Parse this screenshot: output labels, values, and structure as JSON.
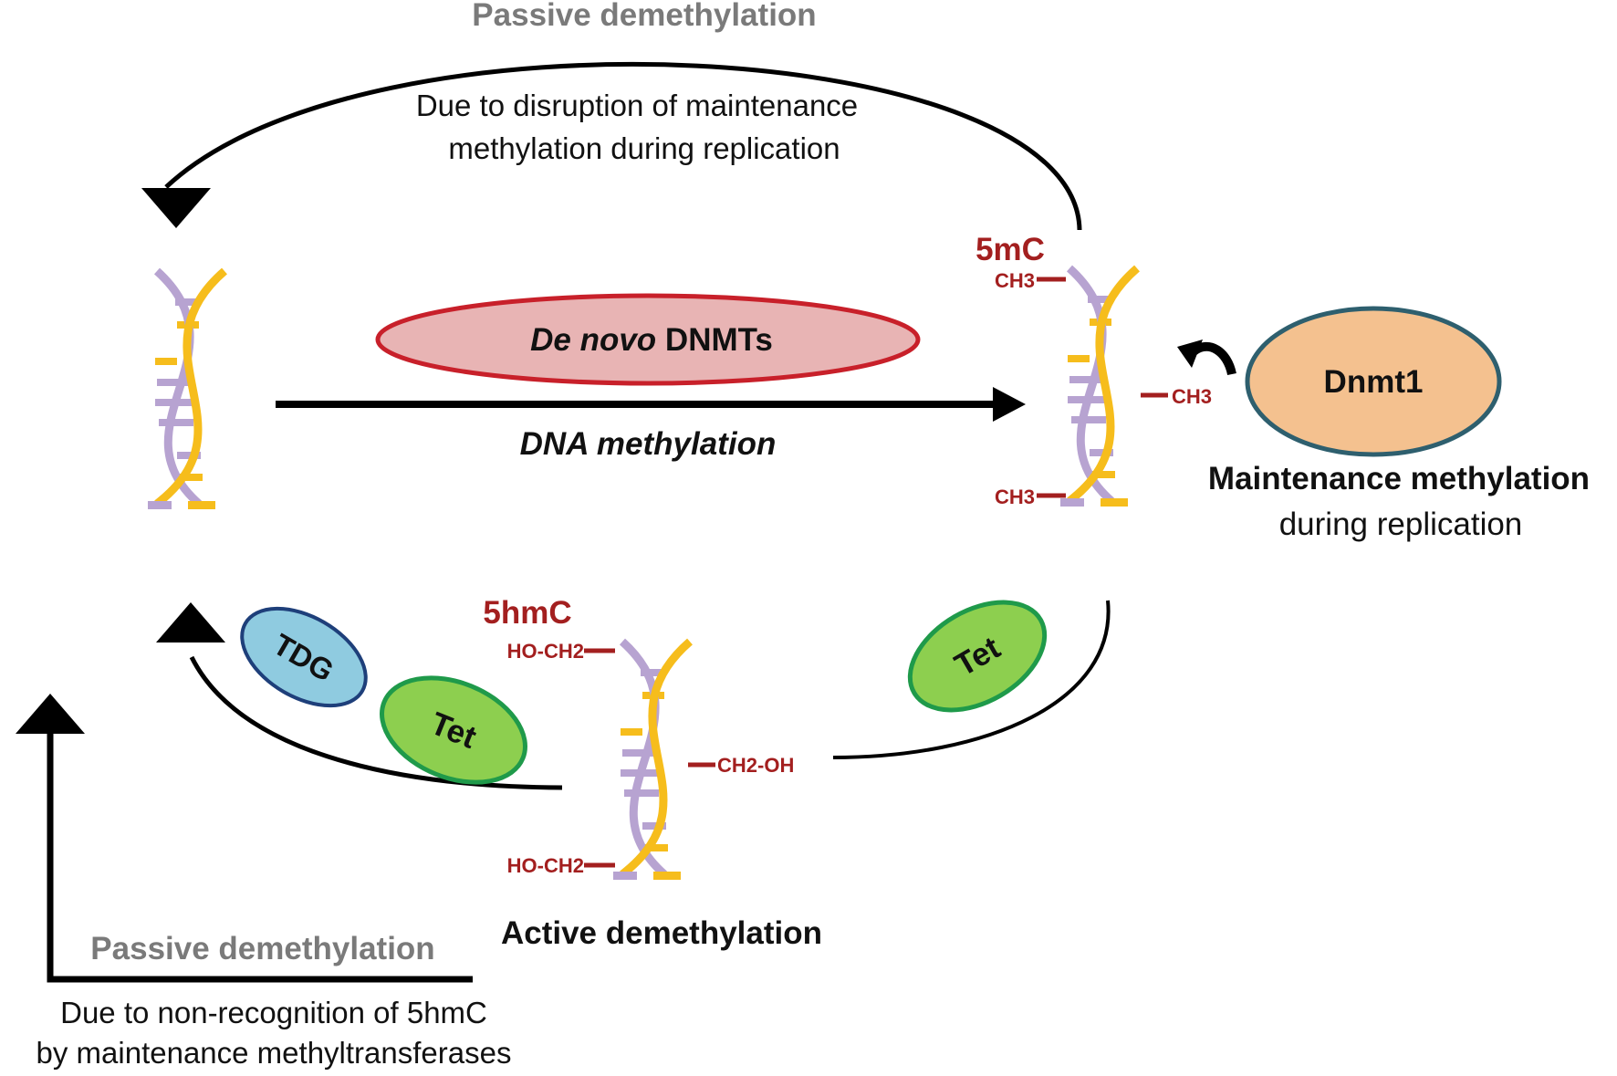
{
  "top": {
    "title": "Passive demethylation",
    "line1": "Due to disruption of maintenance",
    "line2": "methylation during replication"
  },
  "center": {
    "enzyme_prefix": "De novo",
    "enzyme_suffix": " DNMTs",
    "process": "DNA methylation"
  },
  "methylated": {
    "label": "5mC",
    "group_top": "CH3",
    "group_mid": "CH3",
    "group_bottom": "CH3"
  },
  "maintenance": {
    "enzyme": "Dnmt1",
    "title": "Maintenance methylation",
    "subtitle": "during replication"
  },
  "hydroxymethyl": {
    "label": "5hmC",
    "group_top": "HO-CH2",
    "group_mid": "CH2-OH",
    "group_bottom": "HO-CH2",
    "title": "Active demethylation"
  },
  "enzymes": {
    "tdg": "TDG",
    "tet_left": "Tet",
    "tet_right": "Tet"
  },
  "bottom_left": {
    "title": "Passive demethylation",
    "line1": "Due to non-recognition of 5hmC",
    "line2": "by maintenance methyltransferases"
  },
  "colors": {
    "strand_gold": "#f6bd1c",
    "strand_lavender": "#b7a3d1",
    "methyl_red": "#a31f1f",
    "dnmts_fill": "#e8b4b4",
    "dnmts_stroke": "#c8202a",
    "dnmt1_fill": "#f4c18f",
    "dnmt1_stroke": "#2e5f6e",
    "tdg_fill": "#8fcbe0",
    "tdg_stroke": "#1e3f7a",
    "tet_fill": "#8dcf4f",
    "tet_stroke": "#1f9a4a",
    "passive_gray": "#7a7a7a"
  }
}
